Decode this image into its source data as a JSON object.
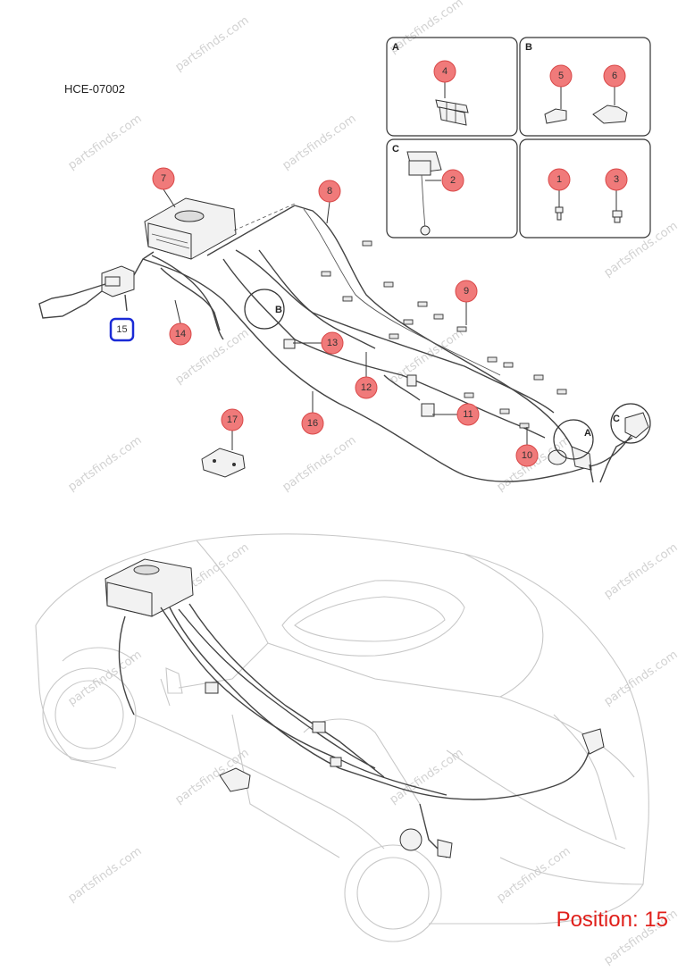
{
  "diagram_code": "HCE-07002",
  "position_label": "Position: 15",
  "watermark": "partsfinds.com",
  "detail_panels": [
    {
      "letter": "A",
      "callouts": [
        "4"
      ]
    },
    {
      "letter": "B",
      "callouts": [
        "5",
        "6"
      ]
    },
    {
      "letter": "C",
      "callouts": [
        "2"
      ]
    },
    {
      "letter": "",
      "callouts": [
        "1",
        "3"
      ]
    }
  ],
  "detail_markers": [
    "A",
    "B",
    "C"
  ],
  "callouts": [
    "1",
    "2",
    "3",
    "4",
    "5",
    "6",
    "7",
    "8",
    "9",
    "10",
    "11",
    "12",
    "13",
    "14",
    "15",
    "16",
    "17"
  ],
  "highlighted": "15",
  "colors": {
    "callout_fill": "#f07a7a",
    "callout_stroke": "#d94848",
    "highlight": "#1a2ad6",
    "position_text": "#e0201b"
  }
}
